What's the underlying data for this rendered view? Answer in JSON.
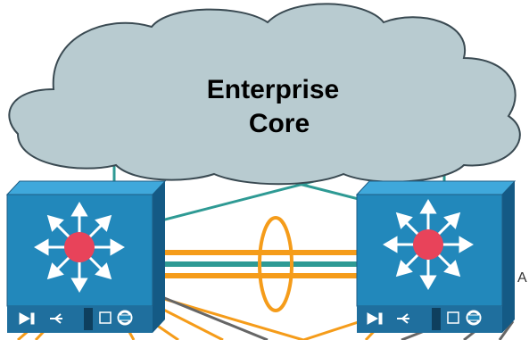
{
  "cloud": {
    "label_line1": "Enterprise",
    "label_line2": "Core",
    "fill": "#b8cbd0",
    "stroke": "#3a4a52"
  },
  "switches": [
    {
      "id": "left",
      "icon": "multilayer-switch-icon"
    },
    {
      "id": "right",
      "icon": "multilayer-switch-icon"
    }
  ],
  "links": {
    "core_uplink_color": "#2e9a94",
    "etherchannel_color": "#f59c1a",
    "access_link_orange": "#f59c1a",
    "access_link_gray": "#666666"
  },
  "edge_text": "A",
  "colors": {
    "switch_face": "#2288bb",
    "switch_top": "#3fa8db",
    "switch_side": "#145a85",
    "router_dot": "#e8435a"
  }
}
